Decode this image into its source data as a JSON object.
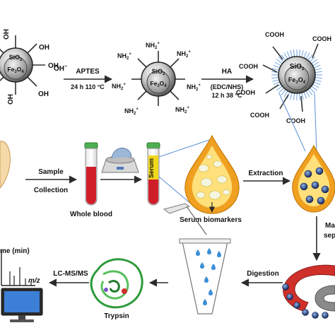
{
  "row1": {
    "step1_line1": "APTES",
    "step1_line2": "24 h 110 °C",
    "step2_line1": "HA",
    "step2_line2": "(EDC/NHS)",
    "step2_line3": "12 h 38 °C",
    "shell_label": "SiO",
    "shell_subscript": "2",
    "core_label": "Fe",
    "core_sub1": "3",
    "core_o": "O",
    "core_sub2": "4",
    "group_oh": "OH",
    "group_nh2": "NH",
    "group_cooh": "COOH"
  },
  "row2": {
    "sample_line1": "Sample",
    "sample_line2": "Collection",
    "whole_blood": "Whole blood",
    "serum_tube": "Serum",
    "serum_biomarkers": "Serum biomarkers",
    "extraction": "Extraction",
    "mag_line1": "Ma",
    "mag_line2": "sep"
  },
  "row3": {
    "lcms": "LC-MS/MS",
    "digestion": "Digestion",
    "trypsin": "Trypsin",
    "time_axis": "me (min)",
    "mz_axis": "m/z"
  },
  "colors": {
    "arrow": "#2b2b2b",
    "blood": "#d01d2a",
    "serum": "#f2d81b",
    "drop_outer": "#f0a020",
    "drop_inner": "#ffe07a",
    "nanoparticle": "#2f3c6e",
    "protein": "#2e9b3a"
  }
}
